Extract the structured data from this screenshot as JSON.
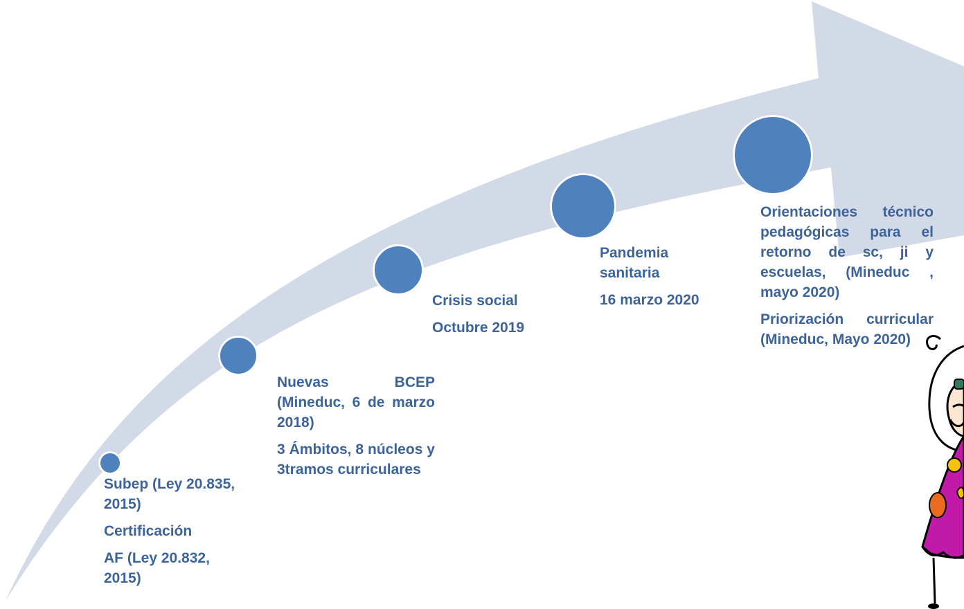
{
  "colors": {
    "arrow_fill": "#d2d9e7",
    "dot_fill": "#4f81bd",
    "text": "#3d6499"
  },
  "milestones": [
    {
      "paragraphs": [
        "Subep (Ley 20.835, 2015)",
        "Certificación",
        "AF (Ley 20.832, 2015)"
      ]
    },
    {
      "paragraphs": [
        "Nuevas BCEP (Mineduc, 6 de marzo 2018)",
        "3 Ámbitos, 8 núcleos y 3tramos curriculares"
      ]
    },
    {
      "paragraphs": [
        "Crisis social",
        "Octubre 2019"
      ]
    },
    {
      "paragraphs": [
        "Pandemia sanitaria",
        "16 marzo 2020"
      ]
    },
    {
      "paragraphs": [
        "Orientaciones técnico pedagógicas para el retorno de sc, ji y escuelas, (Mineduc , mayo 2020)",
        "Priorización curricular (Mineduc, Mayo 2020)"
      ]
    }
  ],
  "decoration": "girl-illustration"
}
